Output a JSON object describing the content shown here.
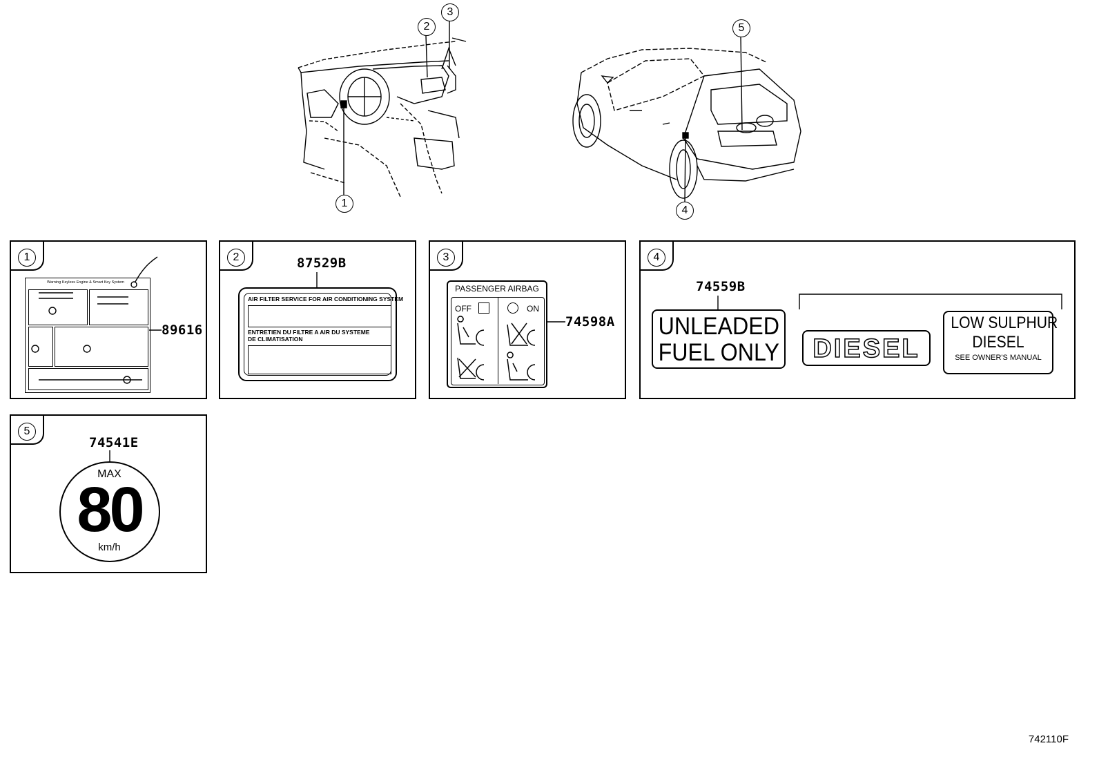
{
  "callouts": {
    "c1": "1",
    "c2": "2",
    "c3": "3",
    "c4": "4",
    "c5": "5"
  },
  "panels": {
    "p1": {
      "index": "1",
      "part_number": "89616",
      "label_header": "Warning Keyless Engine & Smart Key System"
    },
    "p2": {
      "index": "2",
      "part_number": "87529B",
      "line1": "AIR FILTER SERVICE FOR AIR CONDITIONING SYSTEM",
      "line2": "ENTRETIEN DU FILTRE A AIR DU SYSTEME",
      "line3": "DE CLIMATISATION"
    },
    "p3": {
      "index": "3",
      "part_number": "74598A",
      "title": "PASSENGER AIRBAG",
      "off": "OFF",
      "on": "ON"
    },
    "p4": {
      "index": "4",
      "part_number": "74559B",
      "unleaded_line1": "UNLEADED",
      "unleaded_line2": "FUEL ONLY",
      "diesel": "DIESEL",
      "lowsulphur_line1": "LOW SULPHUR",
      "lowsulphur_line2": "DIESEL",
      "lowsulphur_line3": "SEE OWNER'S MANUAL"
    },
    "p5": {
      "index": "5",
      "part_number": "74541E",
      "max": "MAX",
      "speed": "80",
      "unit": "km/h"
    }
  },
  "diagram_code": "742110F"
}
